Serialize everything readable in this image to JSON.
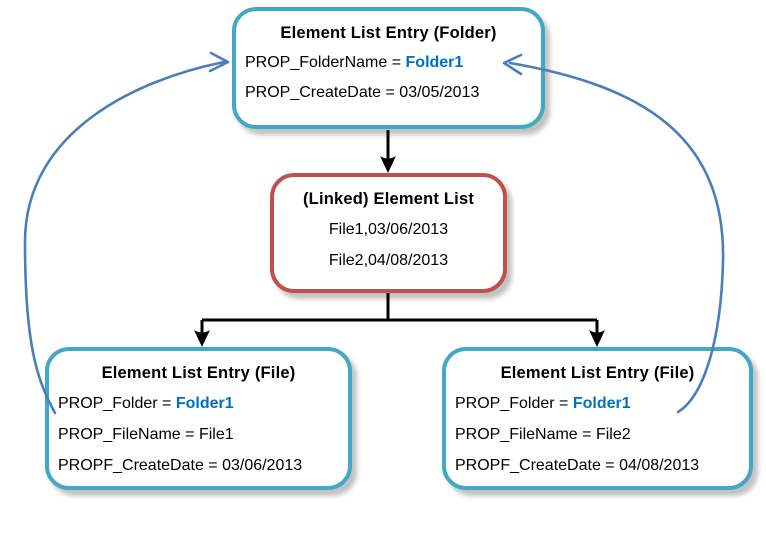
{
  "diagram": {
    "colors": {
      "node_border_teal": "#42a8c5",
      "node_border_red": "#c0504d",
      "link_arrow_blue": "#4a7ebb",
      "connector_black": "#000000",
      "value_text_blue": "#0070c0"
    },
    "nodes": {
      "folder": {
        "title": "Element List Entry (Folder)",
        "lines": [
          {
            "prefix": "PROP_FolderName = ",
            "value": "Folder1"
          },
          {
            "text": "PROP_CreateDate = 03/05/2013"
          }
        ]
      },
      "linked_list": {
        "title": "(Linked) Element List",
        "items": [
          "File1,03/06/2013",
          "File2,04/08/2013"
        ]
      },
      "file1": {
        "title": "Element List Entry (File)",
        "lines": [
          {
            "prefix": "PROP_Folder = ",
            "value": "Folder1"
          },
          {
            "text": "PROP_FileName = File1"
          },
          {
            "text": "PROPF_CreateDate = 03/06/2013"
          }
        ]
      },
      "file2": {
        "title": "Element List Entry (File)",
        "lines": [
          {
            "prefix": "PROP_Folder = ",
            "value": "Folder1"
          },
          {
            "text": "PROP_FileName = File2"
          },
          {
            "text": "PROPF_CreateDate = 04/08/2013"
          }
        ]
      }
    }
  }
}
